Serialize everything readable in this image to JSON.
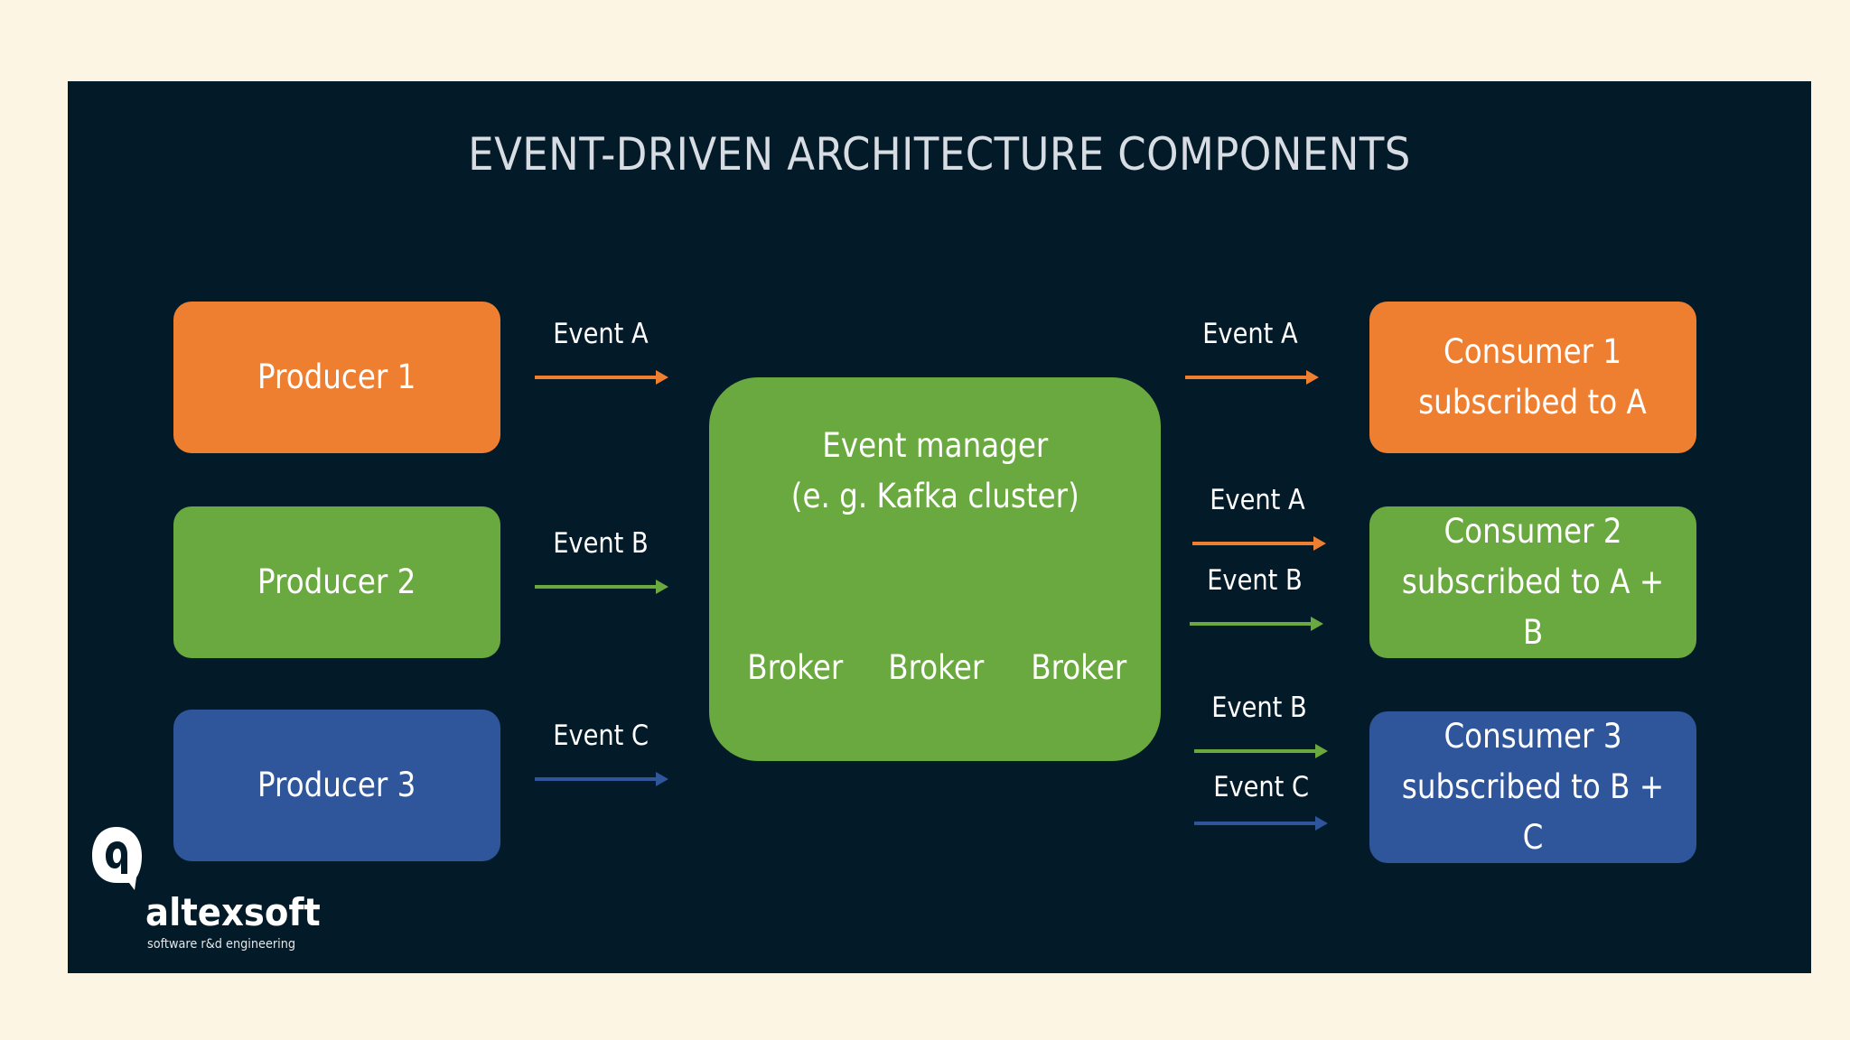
{
  "title": "EVENT-DRIVEN ARCHITECTURE COMPONENTS",
  "colors": {
    "background": "#fcf5e3",
    "panel": "#031a29",
    "orange": "#ee7f31",
    "green": "#6aa93f",
    "blue": "#2f559b"
  },
  "producers": [
    {
      "label": "Producer 1",
      "color": "orange"
    },
    {
      "label": "Producer 2",
      "color": "green"
    },
    {
      "label": "Producer 3",
      "color": "blue"
    }
  ],
  "producer_events": [
    {
      "label": "Event A",
      "color": "orange"
    },
    {
      "label": "Event B",
      "color": "green"
    },
    {
      "label": "Event C",
      "color": "blue"
    }
  ],
  "manager": {
    "title": "Event manager\n(e. g. Kafka cluster)",
    "brokers": [
      "Broker",
      "Broker",
      "Broker"
    ]
  },
  "consumer_events": [
    {
      "label": "Event A",
      "color": "orange"
    },
    {
      "label": "Event A",
      "color": "orange"
    },
    {
      "label": "Event B",
      "color": "green"
    },
    {
      "label": "Event B",
      "color": "green"
    },
    {
      "label": "Event C",
      "color": "blue"
    }
  ],
  "consumers": [
    {
      "label": "Consumer 1\nsubscribed to A",
      "color": "orange"
    },
    {
      "label": "Consumer 2\nsubscribed to A + B",
      "color": "green"
    },
    {
      "label": "Consumer 3\nsubscribed to B + C",
      "color": "blue"
    }
  ],
  "logo": {
    "name": "altexsoft",
    "tagline": "software r&d engineering"
  }
}
